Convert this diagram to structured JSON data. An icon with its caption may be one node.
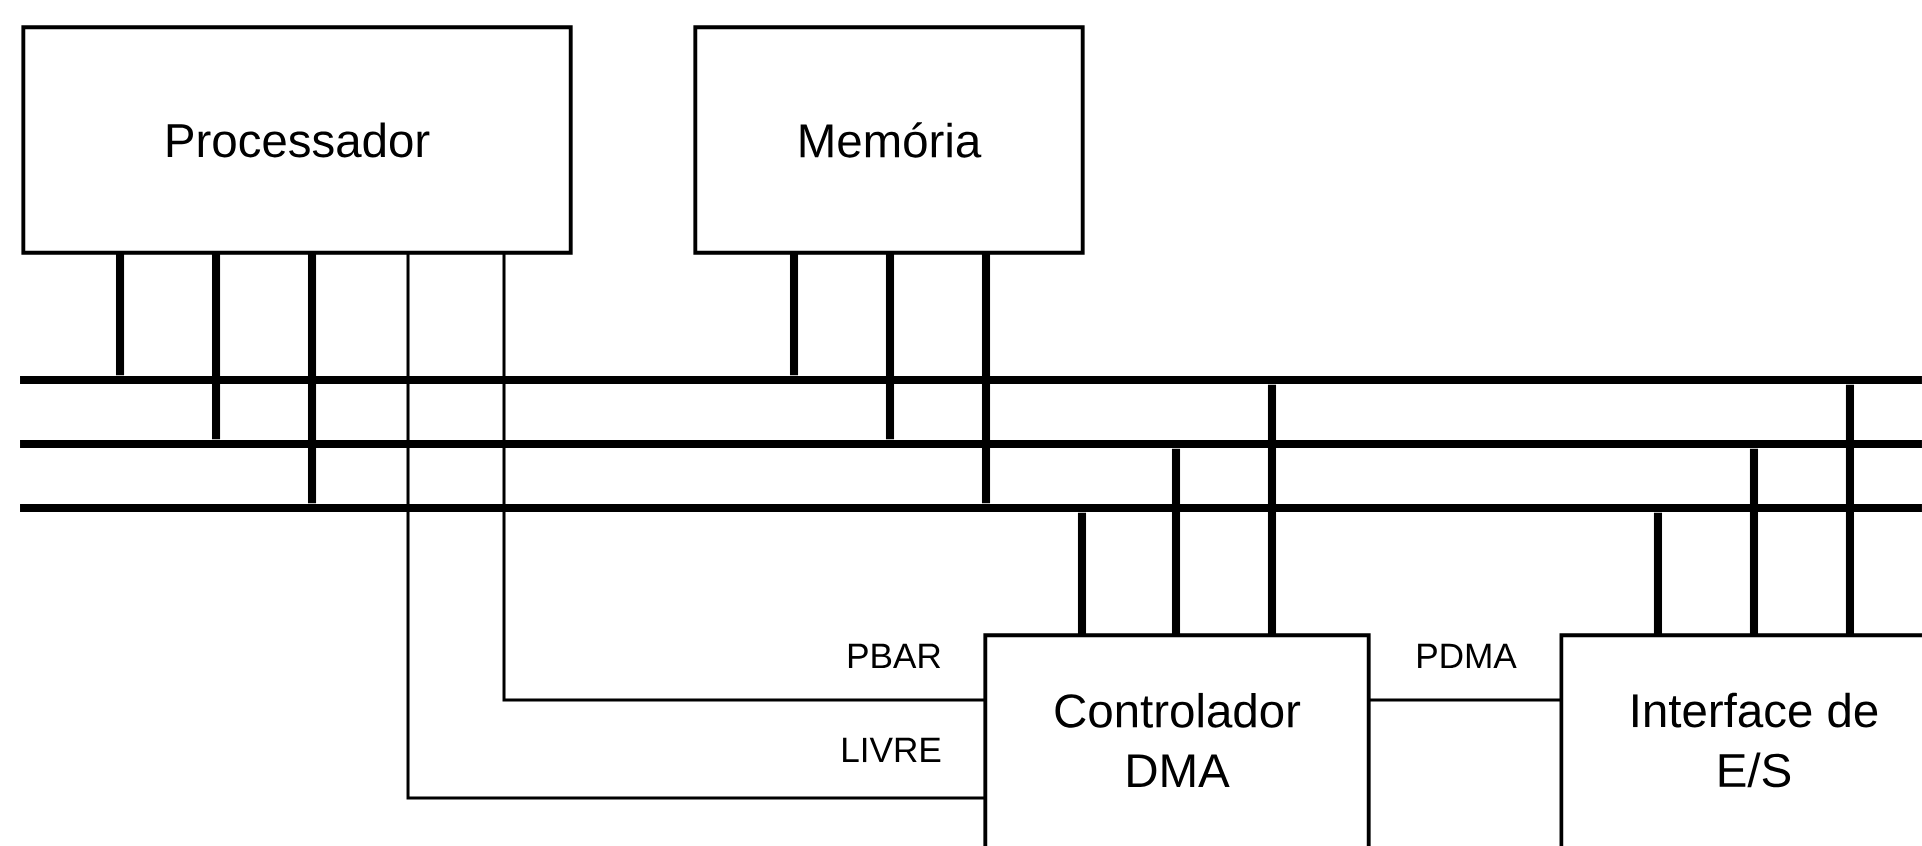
{
  "diagram": {
    "nodes": [
      {
        "text": [
          "Processador"
        ]
      },
      {
        "text": [
          "Memória"
        ]
      },
      {
        "text": [],
        "shape": "bar"
      },
      {
        "text": [],
        "shape": "bar"
      },
      {
        "text": [],
        "shape": "bar"
      },
      {
        "text": [
          "Controlador DMA"
        ]
      },
      {
        "text": [
          "Interface de E/S"
        ]
      }
    ],
    "edges": [
      {
        "from": 0,
        "to": 2,
        "arrow": "none"
      },
      {
        "from": 0,
        "to": 3,
        "arrow": "none"
      },
      {
        "from": 0,
        "to": 4,
        "arrow": "none"
      },
      {
        "from": 1,
        "to": 2,
        "arrow": "none"
      },
      {
        "from": 1,
        "to": 3,
        "arrow": "none"
      },
      {
        "from": 1,
        "to": 4,
        "arrow": "none"
      },
      {
        "from": 5,
        "to": 4,
        "arrow": "none"
      },
      {
        "from": 5,
        "to": 3,
        "arrow": "none"
      },
      {
        "from": 5,
        "to": 2,
        "arrow": "none"
      },
      {
        "from": 6,
        "to": 4,
        "arrow": "none"
      },
      {
        "from": 6,
        "to": 3,
        "arrow": "none"
      },
      {
        "from": 6,
        "to": 2,
        "arrow": "none"
      },
      {
        "from": 0,
        "to": 5,
        "arrow": "none",
        "label": "PBAR"
      },
      {
        "from": 0,
        "to": 5,
        "arrow": "none",
        "label": "LIVRE"
      },
      {
        "from": 5,
        "to": 6,
        "arrow": "none",
        "label": "PDMA"
      }
    ]
  }
}
